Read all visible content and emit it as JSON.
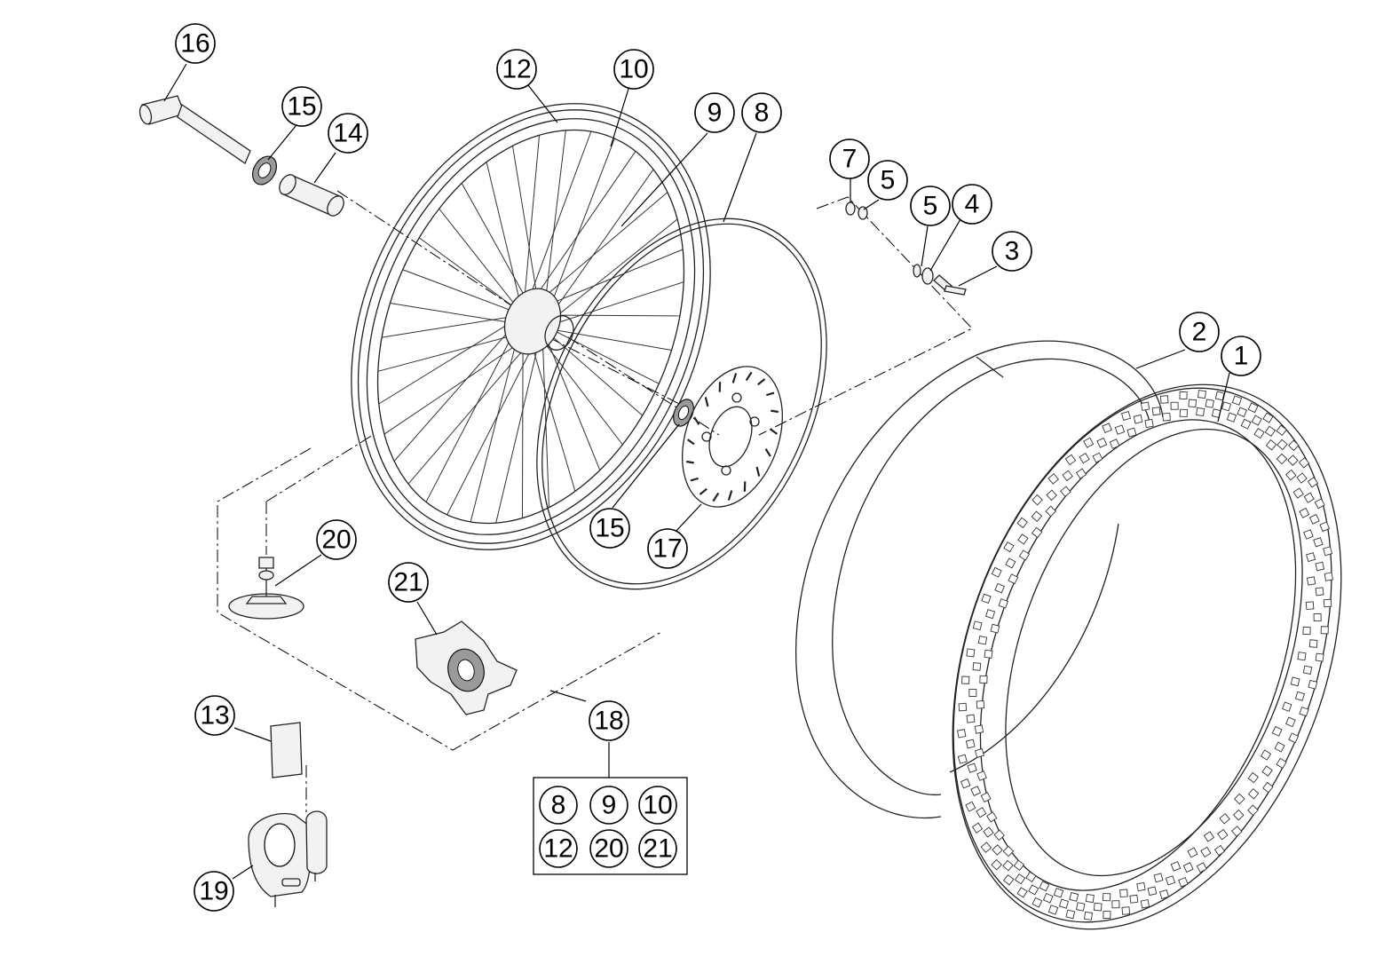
{
  "callouts": [
    {
      "id": "c16",
      "text": "16"
    },
    {
      "id": "c12",
      "text": "12"
    },
    {
      "id": "c10",
      "text": "10"
    },
    {
      "id": "c15a",
      "text": "15"
    },
    {
      "id": "c14",
      "text": "14"
    },
    {
      "id": "c9",
      "text": "9"
    },
    {
      "id": "c8",
      "text": "8"
    },
    {
      "id": "c7",
      "text": "7"
    },
    {
      "id": "c5a",
      "text": "5"
    },
    {
      "id": "c5b",
      "text": "5"
    },
    {
      "id": "c4",
      "text": "4"
    },
    {
      "id": "c3",
      "text": "3"
    },
    {
      "id": "c2",
      "text": "2"
    },
    {
      "id": "c1",
      "text": "1"
    },
    {
      "id": "c20",
      "text": "20"
    },
    {
      "id": "c21",
      "text": "21"
    },
    {
      "id": "c15b",
      "text": "15"
    },
    {
      "id": "c17",
      "text": "17"
    },
    {
      "id": "c13",
      "text": "13"
    },
    {
      "id": "c18",
      "text": "18"
    },
    {
      "id": "c19",
      "text": "19"
    }
  ],
  "kit_box": {
    "items": [
      "8",
      "9",
      "10",
      "12",
      "20",
      "21"
    ]
  },
  "colors": {
    "line": "#000000",
    "background": "#ffffff",
    "shade": "#9a9a9a"
  }
}
